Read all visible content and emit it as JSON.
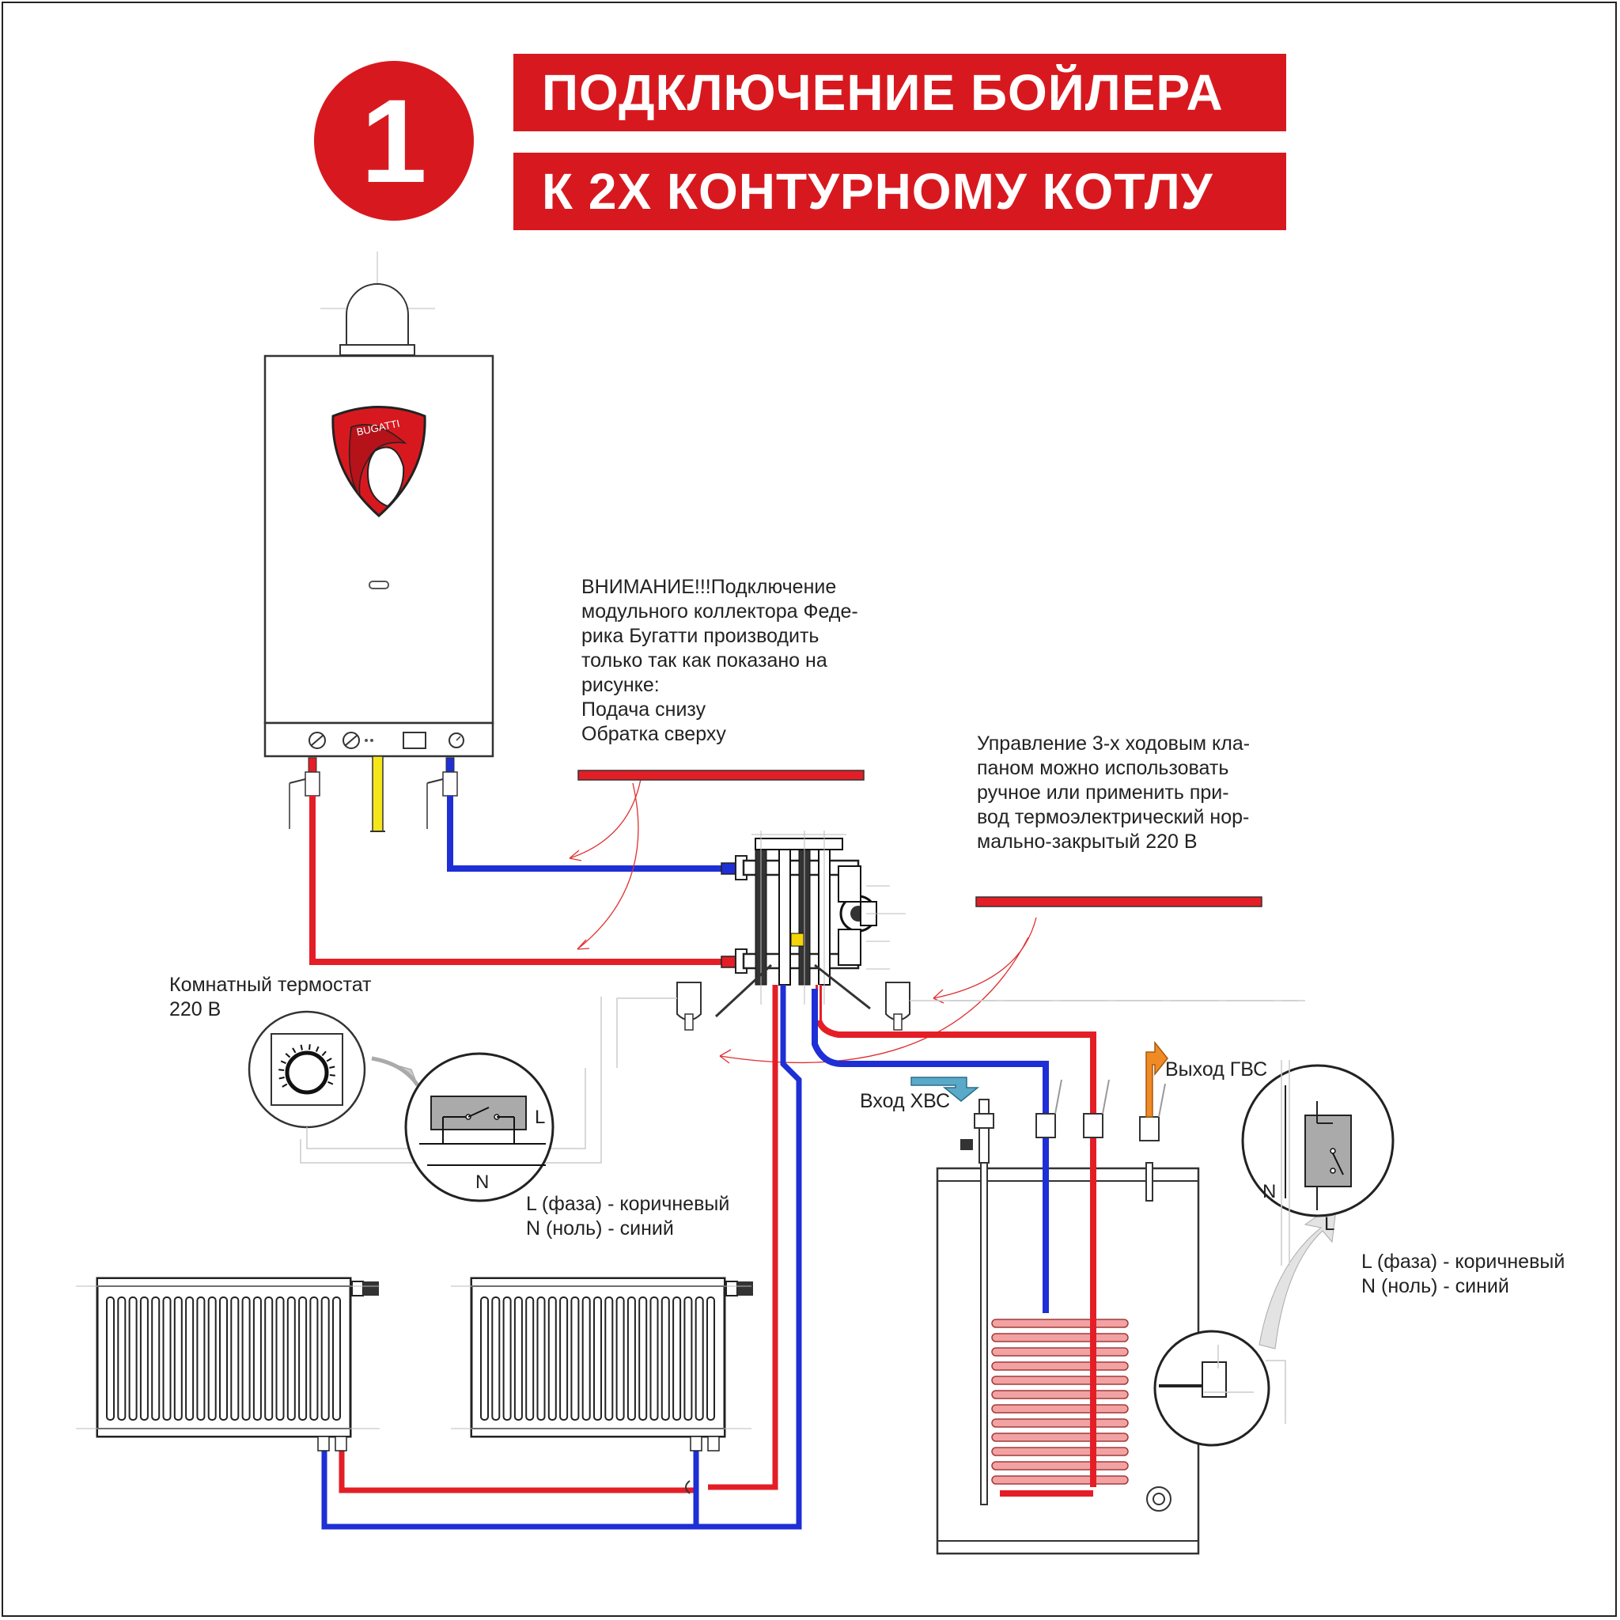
{
  "badge": {
    "number": "1"
  },
  "title": {
    "line1": "ПОДКЛЮЧЕНИЕ БОЙЛЕРА",
    "line2": "К 2Х КОНТУРНОМУ КОТЛУ"
  },
  "boiler": {
    "brand": "BUGATTI"
  },
  "notes": {
    "warning": "ВНИМАНИЕ!!!Подключение\nмодульного коллектора Феде-\nрика Бугатти производить\nтолько так как показано на\nрисунке:\nПодача снизу\nОбратка сверху",
    "valve_control": "Управление 3-х ходовым кла-\nпаном можно использовать\nручное или применить при-\nвод термоэлектрический нор-\nмально-закрытый 220 В",
    "room_thermostat": "Комнатный термостат\n220 В",
    "wiring_left": "L (фаза) - коричневый\nN (ноль) - синий",
    "wiring_right": "L (фаза) - коричневый\nN (ноль) - синий"
  },
  "labels": {
    "cold_in": "Вход ХВС",
    "hot_out": "Выход ГВС",
    "switch_L": "L",
    "switch_N": "N"
  },
  "colors": {
    "accent_red": "#d7191f",
    "supply_red": "#e41e26",
    "return_blue": "#1e2fd6",
    "cold_water": "#5aa9c9",
    "hot_water_out": "#f08a24",
    "gas_yellow": "#f5e61c",
    "coil_pink": "#f2a2a2"
  }
}
